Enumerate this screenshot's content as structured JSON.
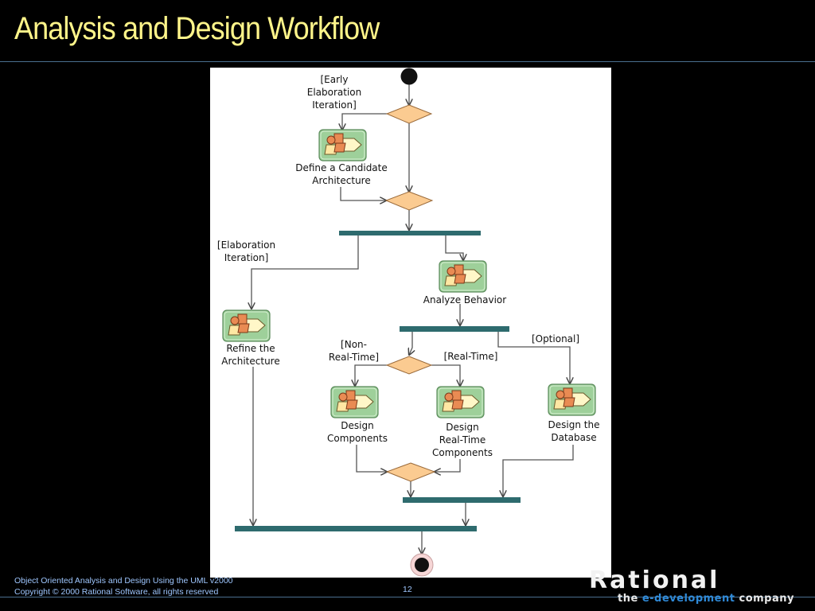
{
  "slide": {
    "title": "Analysis and Design Workflow"
  },
  "diagram": {
    "guards": {
      "early": "[Early\nElaboration\nIteration]",
      "elaboration": "[Elaboration\nIteration]",
      "non_real_time": "[Non-\nReal-Time]",
      "real_time": "[Real-Time]",
      "optional": "[Optional]"
    },
    "activities": {
      "define_candidate": "Define a Candidate\nArchitecture",
      "analyze_behavior": "Analyze Behavior",
      "refine_architecture": "Refine the\nArchitecture",
      "design_components": "Design\nComponents",
      "design_realtime": "Design\nReal-Time\nComponents",
      "design_database": "Design the\nDatabase"
    }
  },
  "footer": {
    "line1": "Object Oriented Analysis and Design Using the UML v2000",
    "line2": "Copyright © 2000 Rational Software, all rights reserved",
    "page": "12"
  },
  "logo": {
    "wordmark": "Rational",
    "tag_prefix": "the ",
    "tag_highlight": "e-development",
    "tag_suffix": " company"
  },
  "colors": {
    "title": "#FFF58A",
    "footer_text": "#9fc7ff",
    "diamond": "#FBCB91",
    "sync_bar": "#2E6B6E",
    "activity_box": "#9ED09A"
  }
}
